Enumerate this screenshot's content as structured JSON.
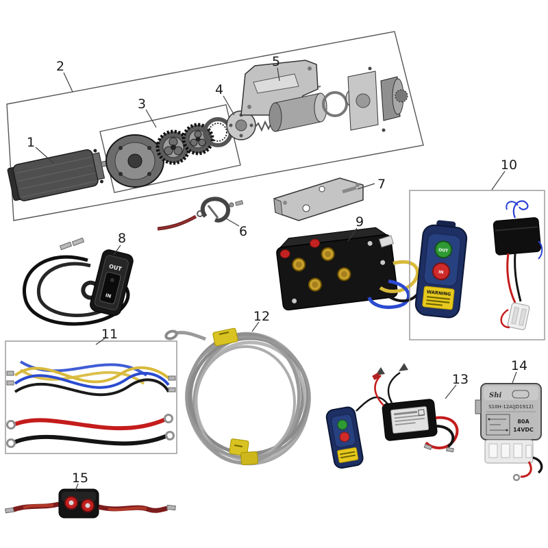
{
  "callouts": [
    "1",
    "2",
    "3",
    "4",
    "5",
    "6",
    "7",
    "8",
    "9",
    "10",
    "11",
    "12",
    "13",
    "14",
    "15"
  ],
  "texts": {
    "switch_out": "OUT",
    "switch_in": "IN",
    "remote_out": "OUT",
    "remote_in": "IN",
    "remote_warning": "WARNING",
    "relay_brand": "Shi",
    "relay_model": "S10H-12A(JD1912)",
    "relay_amp": "80A",
    "relay_volt": "14VDC"
  },
  "colors": {
    "wire_yellow": "#d8b93a",
    "wire_blue": "#2b4bd0",
    "wire_red": "#c41c1c",
    "wire_black": "#141414",
    "cable_band_yellow": "#d9c322",
    "remote_body_blue": "#1d2f63",
    "button_green": "#2f9a34",
    "button_red": "#cf2b2b",
    "terminal_brass": "#c8a02c",
    "breaker_cap_red": "#c42020"
  }
}
